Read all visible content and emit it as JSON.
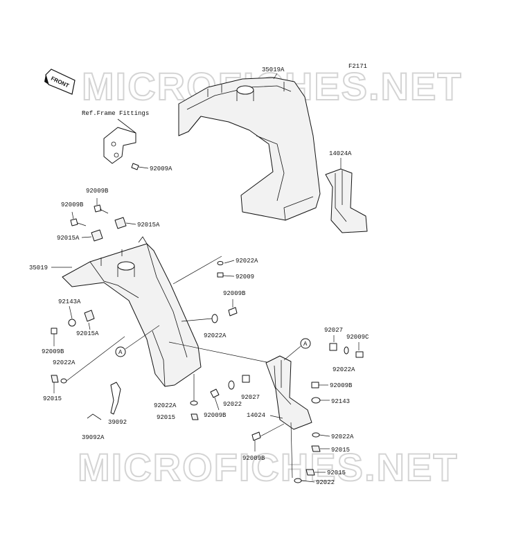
{
  "figure_code": "F2171",
  "front_badge": "FRONT",
  "watermark_text": "MICROFICHES.NET",
  "ref_note": "Ref.Frame Fittings",
  "callout_letter": "A",
  "parts": {
    "p35019A": "35019A",
    "p14024A": "14024A",
    "p92009A": "92009A",
    "p92009B_a": "92009B",
    "p92009B_b": "92009B",
    "p92015A_a": "92015A",
    "p92015A_b": "92015A",
    "p35019": "35019",
    "p92022A_a": "92022A",
    "p92009": "92009",
    "p92009B_c": "92009B",
    "p92143A": "92143A",
    "p92015A_c": "92015A",
    "p92022A_b": "92022A",
    "p92009B_d": "92009B",
    "p92022A_c": "92022A",
    "p92015_a": "92015",
    "p39092": "39092",
    "p39092A": "39092A",
    "p92022A_d": "92022A",
    "p92015_b": "92015",
    "p92009B_e": "92009B",
    "p92022_a": "92022",
    "p92027_a": "92027",
    "p92027_b": "92027",
    "p92009C": "92009C",
    "p92022A_e": "92022A",
    "p92009B_f": "92009B",
    "p92143": "92143",
    "p14024": "14024",
    "p92022A_f": "92022A",
    "p92015_c": "92015",
    "p92009B_g": "92009B",
    "p92015_d": "92015",
    "p92022_b": "92022"
  }
}
